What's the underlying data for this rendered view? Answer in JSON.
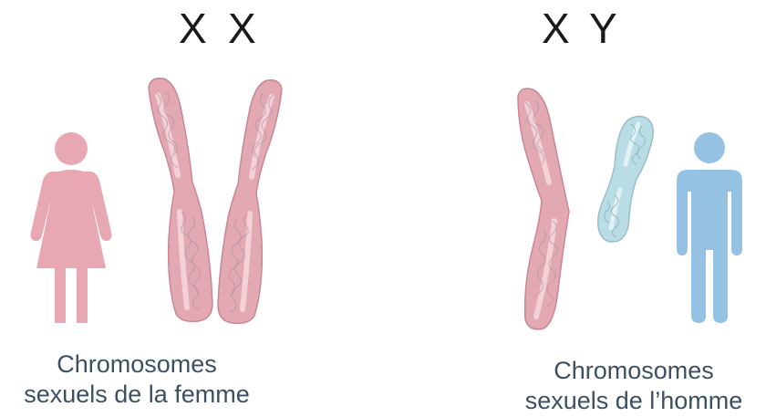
{
  "female": {
    "heading_left": "X",
    "heading_right": "X",
    "caption_line1": "Chromosomes",
    "caption_line2": "sexuels de la femme",
    "color": "#e7a8b3"
  },
  "male": {
    "heading_left": "X",
    "heading_right": "Y",
    "caption_line1": "Chromosomes",
    "caption_line2": "sexuels de l’homme",
    "color": "#95c2e3"
  },
  "chromosome_colors": {
    "x": "#e3a9b3",
    "y": "#b7dbe3"
  },
  "icons": [
    "female-figure-icon",
    "male-figure-icon"
  ]
}
